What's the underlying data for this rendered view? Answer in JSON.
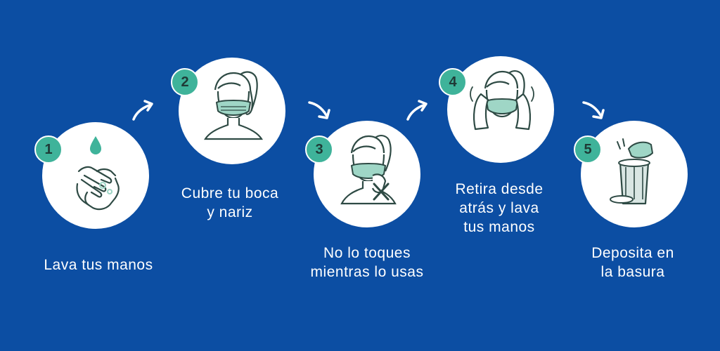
{
  "colors": {
    "background": "#0c4ea3",
    "accent": "#3fb39a",
    "circle": "#ffffff",
    "line": "#2e4a44",
    "mask": "#9fd6c6"
  },
  "steps": [
    {
      "number": "1",
      "label": "Lava tus manos",
      "icon": "hand-washing-icon"
    },
    {
      "number": "2",
      "label": "Cubre tu boca\ny nariz",
      "icon": "woman-mask-icon"
    },
    {
      "number": "3",
      "label": "No lo toques\nmientras lo usas",
      "icon": "no-touch-mask-icon"
    },
    {
      "number": "4",
      "label": "Retira desde\natrás y lava\ntus manos",
      "icon": "remove-mask-icon"
    },
    {
      "number": "5",
      "label": "Deposita en\nla basura",
      "icon": "trash-can-icon"
    }
  ],
  "connectors": [
    "arrow-up-right-icon",
    "arrow-down-right-icon",
    "arrow-up-right-icon",
    "arrow-down-right-icon"
  ]
}
